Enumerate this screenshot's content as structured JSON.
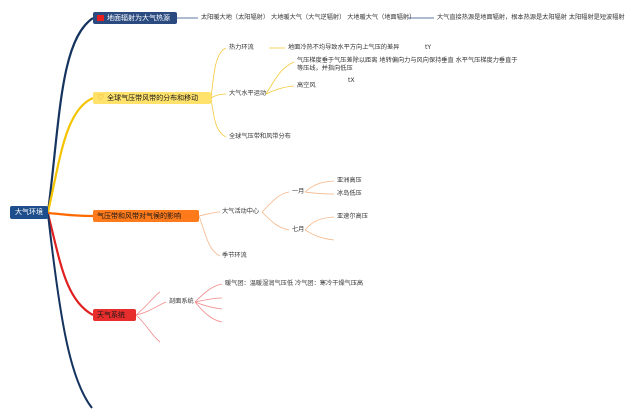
{
  "root": {
    "label": "大气环境"
  },
  "branches": [
    {
      "label": "地面辐射为大气热源",
      "icon": "red-flag-icon",
      "children": [
        {
          "label": "太阳暖大地（太阳辐射）   大地暖大气（大气逆辐射）   大地暖大气（地面辐射）"
        },
        {
          "label": "大气直接热源是地面辐射，根本热源是太阳辐射 太阳辐射是短波辐射"
        }
      ]
    },
    {
      "label": "全球气压带风带的分布和移动",
      "icon": "heart-icon",
      "children": [
        {
          "label": "热力环流",
          "detail": "地面冷热不均导致水平方向上气压的差异",
          "mark": "tY"
        },
        {
          "label": "大气水平运动",
          "children": [
            {
              "label": "气压梯度垂于气压差除以距离 地转偏向力与风向保持垂直 水平气压梯度力垂直于等压线，并指向低压"
            },
            {
              "label": "高空风",
              "mark": "tX"
            }
          ]
        },
        {
          "label": "全球气压带和风带分布"
        }
      ]
    },
    {
      "label": "气压带和风带对气候的影响",
      "children": [
        {
          "label": "大气活动中心",
          "children": [
            {
              "label": "一月",
              "children": [
                {
                  "label": "亚洲高压"
                },
                {
                  "label": "冰岛低压"
                }
              ]
            },
            {
              "label": "七月",
              "children": [
                {
                  "label": "亚速尔高压"
                }
              ]
            }
          ]
        },
        {
          "label": "季节环流"
        }
      ]
    },
    {
      "label": "天气系统",
      "children": [
        {
          "label": "剖面系统",
          "children": [
            {
              "label": "暖气团：温暖湿润气压低 冷气团：寒冷干燥气压高"
            }
          ]
        }
      ]
    }
  ],
  "colors": {
    "root": "#1f4e8c",
    "branch_1": "#2a4a80",
    "branch_2": "#ffe26b",
    "branch_3": "#ff7a1a",
    "branch_4": "#e82d2d",
    "leaf_line": "#f5b78a"
  }
}
